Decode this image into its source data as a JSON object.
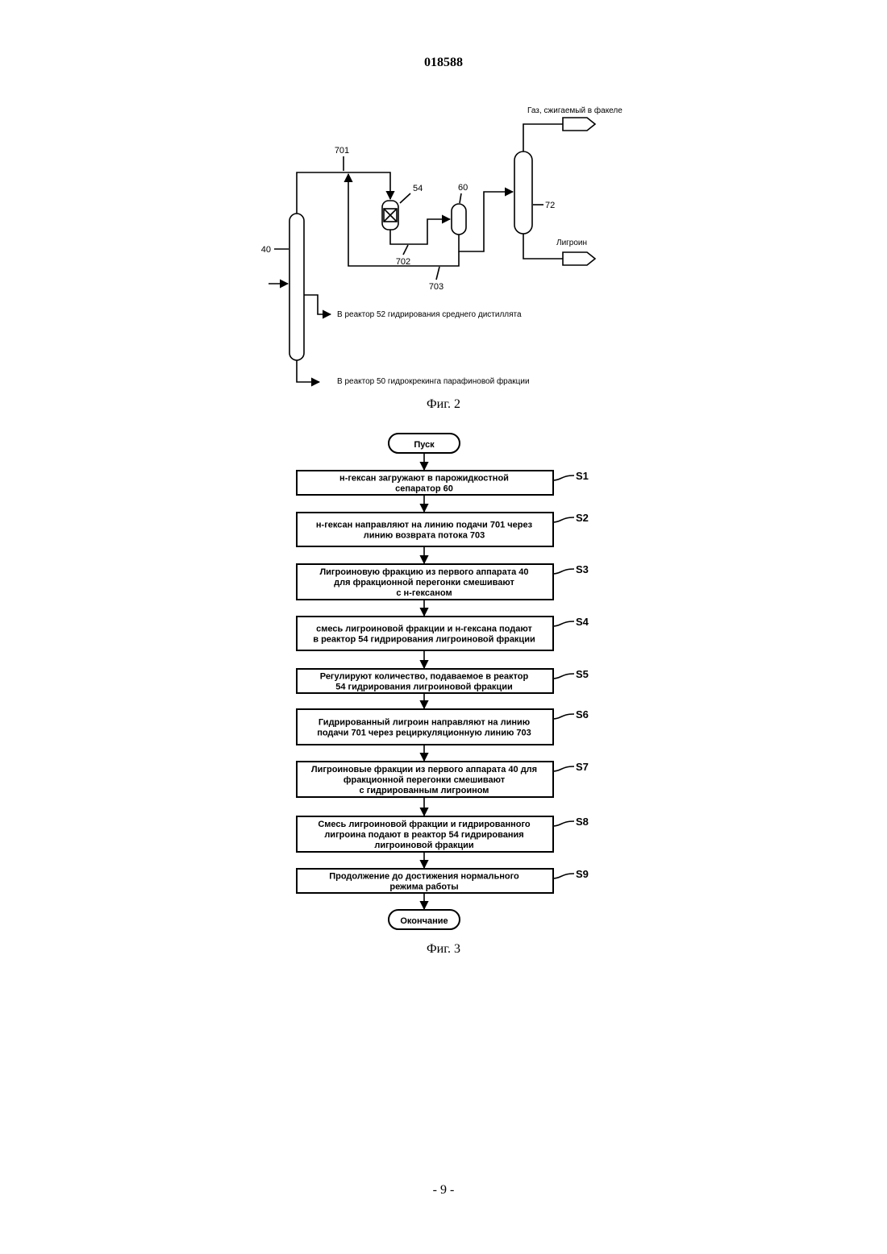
{
  "page": {
    "doc_number": "018588",
    "page_number": "- 9 -"
  },
  "fig2": {
    "caption": "Фиг. 2",
    "labels": {
      "column_40": "40",
      "line_701": "701",
      "reactor_54": "54",
      "separator_60": "60",
      "column_72": "72",
      "line_702": "702",
      "line_703": "703"
    },
    "outputs": {
      "flare_gas": "Газ, сжигаемый в факеле",
      "naphtha": "Лигроин",
      "to_reactor_52": "В реактор 52 гидрирования среднего дистиллята",
      "to_reactor_50": "В реактор 50 гидрокрекинга парафиновой фракции"
    }
  },
  "fig3": {
    "caption": "Фиг. 3",
    "start": "Пуск",
    "end": "Окончание",
    "steps": [
      {
        "id": "S1",
        "lines": [
          "н-гексан загружают в парожидкостной",
          "сепаратор 60"
        ]
      },
      {
        "id": "S2",
        "lines": [
          "н-гексан направляют на линию подачи 701 через",
          "линию возврата потока 703"
        ]
      },
      {
        "id": "S3",
        "lines": [
          "Лигроиновую фракцию из первого аппарата 40",
          "для фракционной перегонки смешивают",
          "с н-гексаном"
        ]
      },
      {
        "id": "S4",
        "lines": [
          "смесь лигроиновой фракции и н-гексана подают",
          "в реактор 54 гидрирования лигроиновой фракции"
        ]
      },
      {
        "id": "S5",
        "lines": [
          "Регулируют количество, подаваемое в реактор",
          "54 гидрирования лигроиновой фракции"
        ]
      },
      {
        "id": "S6",
        "lines": [
          "Гидрированный лигроин направляют на линию",
          "подачи 701 через рециркуляционную линию 703"
        ]
      },
      {
        "id": "S7",
        "lines": [
          "Лигроиновые фракции из первого аппарата 40 для",
          "фракционной перегонки смешивают",
          "с гидрированным лигроином"
        ]
      },
      {
        "id": "S8",
        "lines": [
          "Смесь лигроиновой фракции и гидрированного",
          "лигроина подают в реактор 54 гидрирования",
          "лигроиновой фракции"
        ]
      },
      {
        "id": "S9",
        "lines": [
          "Продолжение до достижения нормального",
          "режима работы"
        ]
      }
    ]
  }
}
